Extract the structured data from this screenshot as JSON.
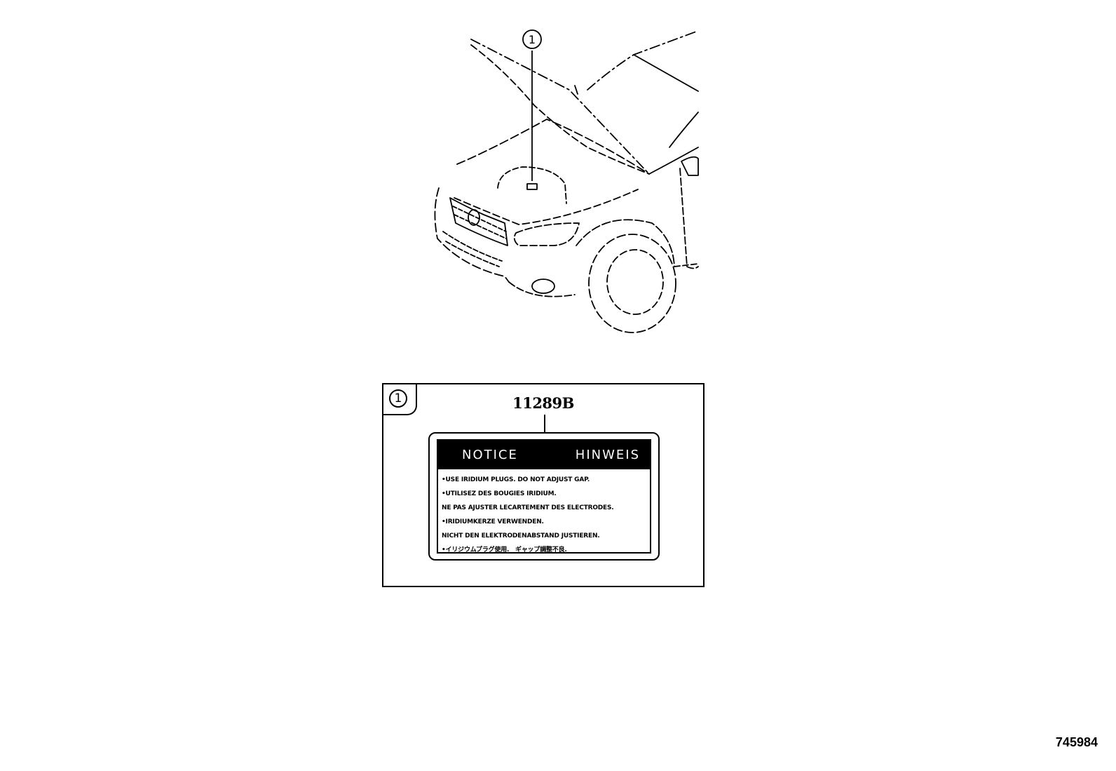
{
  "vehicle_callout": {
    "number": "1"
  },
  "detail": {
    "callout_number": "1",
    "part_number": "11289B",
    "label": {
      "header_left": "NOTICE",
      "header_right": "HINWEIS",
      "lines": [
        "•USE IRIDIUM PLUGS.  DO NOT ADJUST GAP.",
        "•UTILISEZ DES BOUGIES IRIDIUM.",
        " NE PAS AJUSTER LECARTEMENT DES ELECTRODES.",
        "•IRIDIUMKERZE VERWENDEN.",
        " NICHT DEN ELEKTRODENABSTAND JUSTIEREN.",
        "•イリジウムプラグ使用.　ギャップ調整不良."
      ]
    }
  },
  "reference_number": "745984"
}
